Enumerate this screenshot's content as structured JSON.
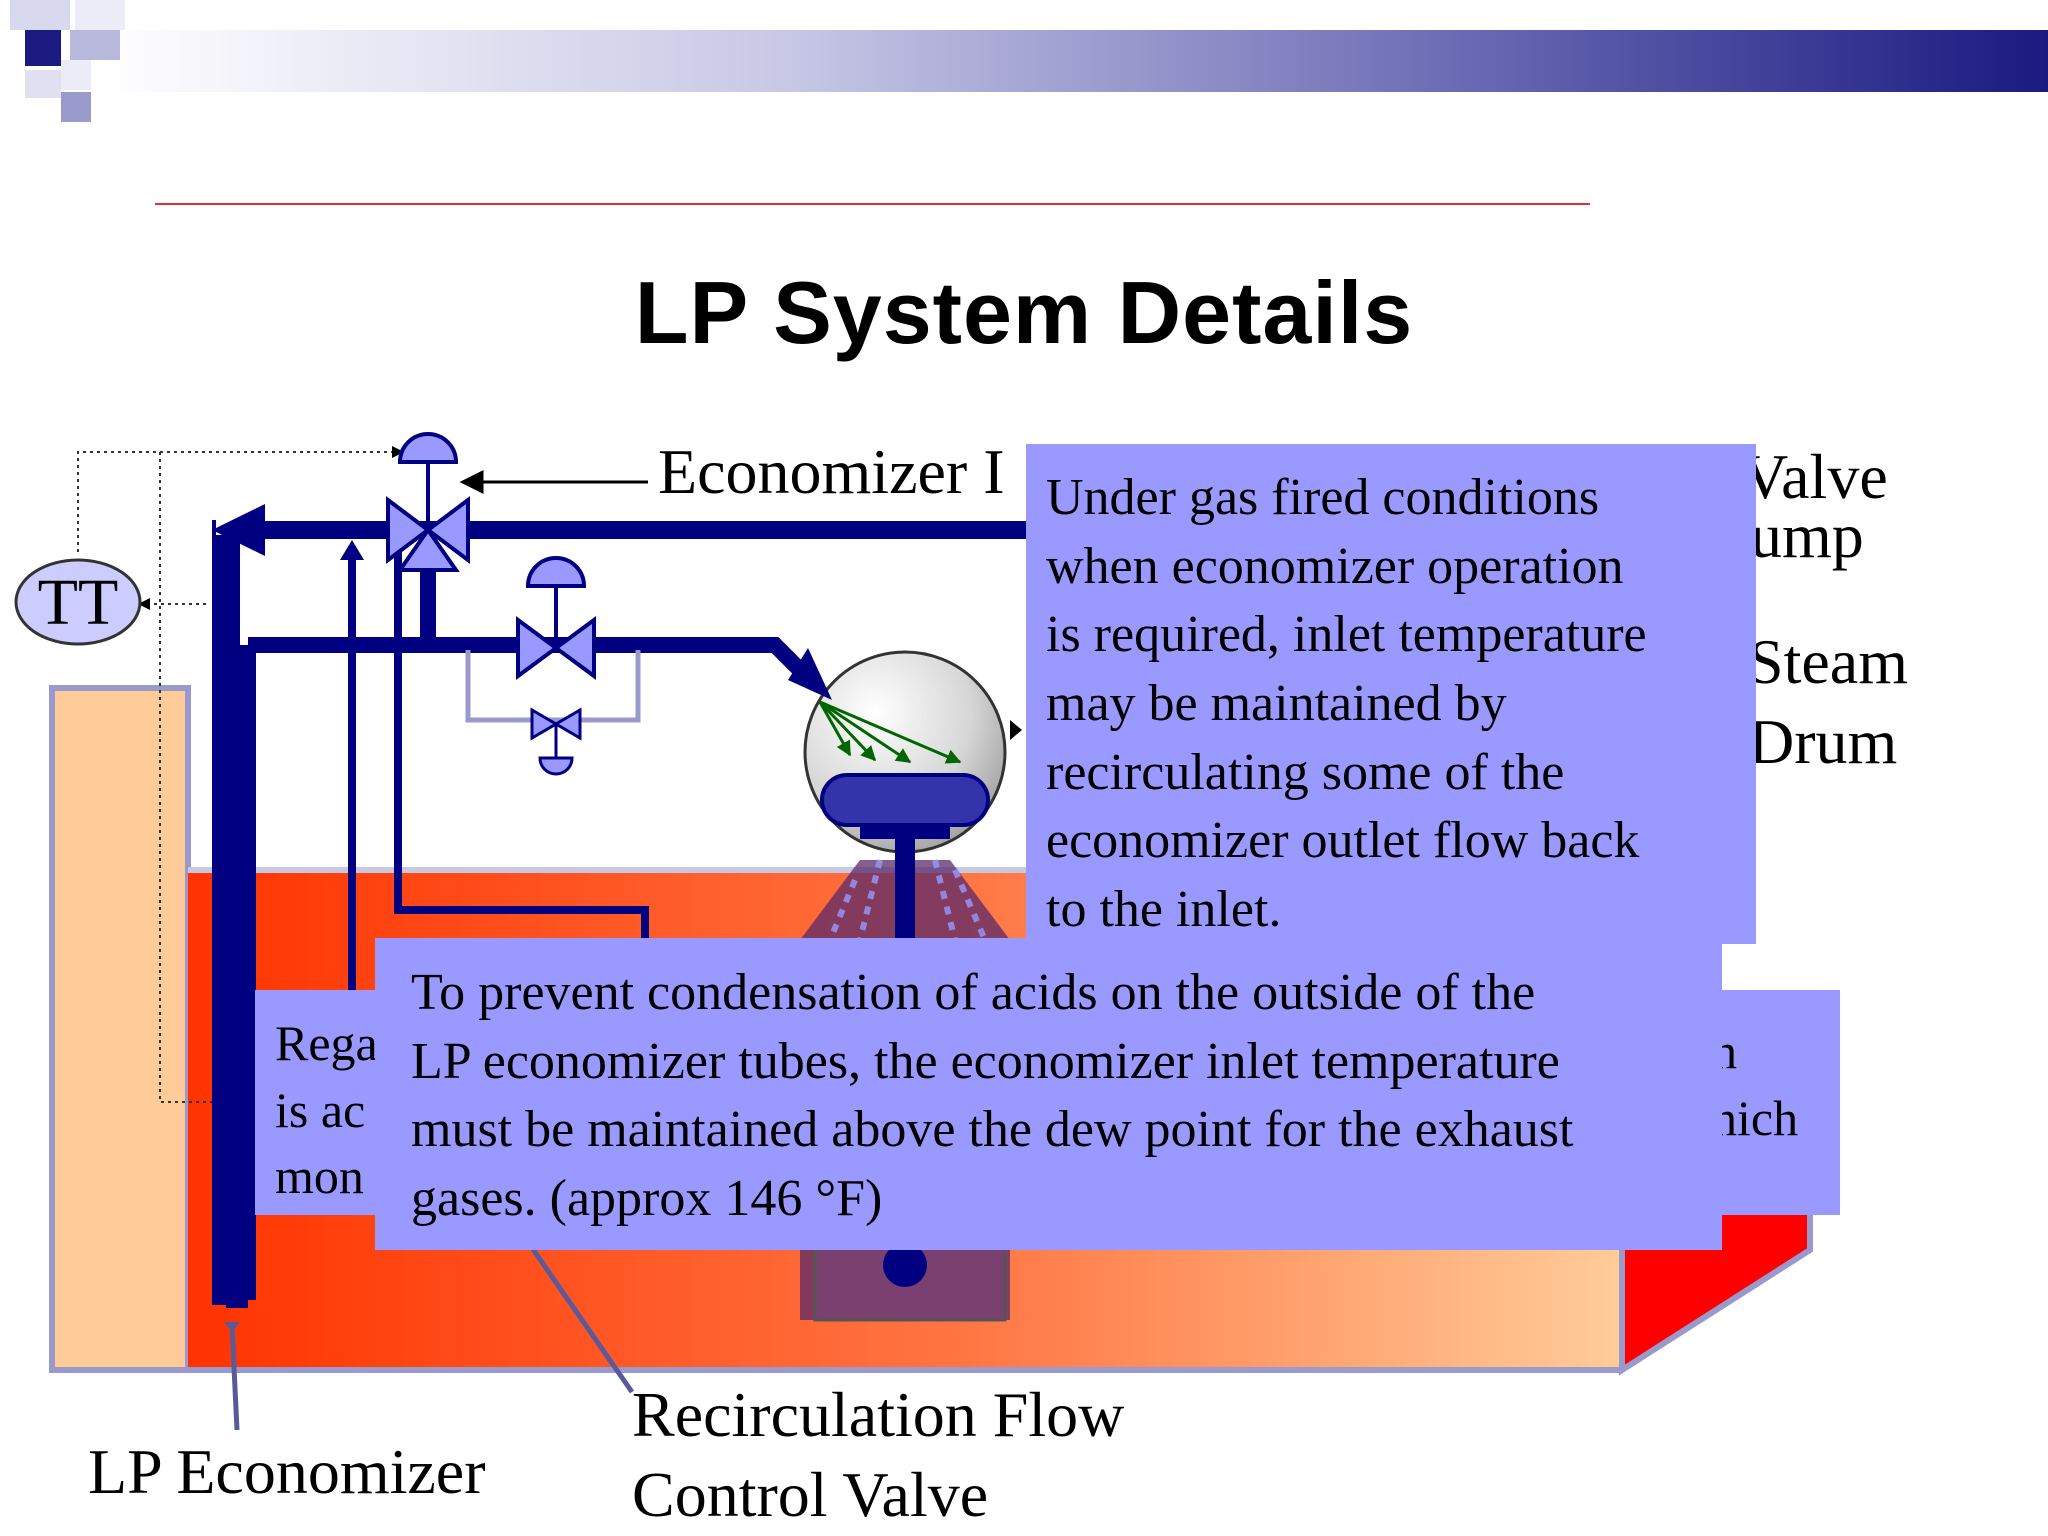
{
  "slide": {
    "title": "LP System Details"
  },
  "instruments": {
    "tt_label": "TT"
  },
  "labels": {
    "economizer_valve_partial": "Economizer I",
    "valve_partial": "Valve",
    "pump_partial": "ump",
    "steam_drum_partial": "Steam\nDrum",
    "lp_economizer": "LP Economizer",
    "recirculation_valve": "Recirculation Flow\nControl Valve",
    "left_partial_text": "Rega\nis ac\nmon",
    "right_partial_text": "h\nhich"
  },
  "callouts": {
    "gas_fired": "Under gas fired conditions\nwhen economizer operation\nis required, inlet temperature\nmay be maintained by\nrecirculating some of the\neconomizer outlet flow back\nto the inlet.",
    "condensation": "To prevent condensation of acids on the outside of the\nLP economizer tubes, the economizer inlet temperature\nmust be maintained above the dew point for the exhaust\ngases. (approx 146 °F)"
  },
  "colors": {
    "header_dark": "#1a1a80",
    "pipe_navy": "#000080",
    "valve_fill": "#9999ff",
    "callout_fill": "#9999ff",
    "rule_red": "#e03030",
    "stack_tan": "#ffcc99",
    "duct_hot": "#ff3300",
    "duct_warm": "#ff9966",
    "transition_red": "#ff0000"
  }
}
